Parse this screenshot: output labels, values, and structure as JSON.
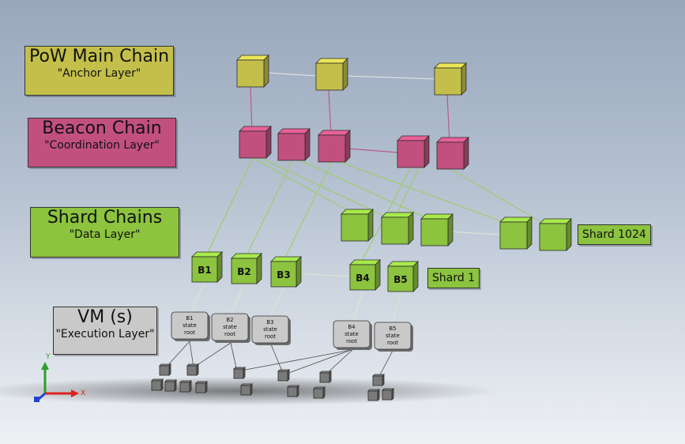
{
  "layers": {
    "pow": {
      "title": "PoW Main Chain",
      "subtitle": "\"Anchor Layer\"",
      "color": "#c4bf4a"
    },
    "beacon": {
      "title": "Beacon Chain",
      "subtitle": "\"Coordination Layer\"",
      "color": "#c2507f"
    },
    "shard": {
      "title": "Shard Chains",
      "subtitle": "\"Data Layer\"",
      "color": "#8cc33f"
    },
    "vm": {
      "title": "VM (s)",
      "subtitle": "\"Execution Layer\"",
      "color": "#c9c9c9"
    }
  },
  "tags": {
    "shard_1024": "Shard 1024",
    "shard_1": "Shard 1"
  },
  "blocks": {
    "b1": "B1",
    "b2": "B2",
    "b3": "B3",
    "b4": "B4",
    "b5": "B5"
  },
  "state_roots": [
    {
      "block": "B1",
      "line2": "state",
      "line3": "root"
    },
    {
      "block": "B2",
      "line2": "state",
      "line3": "root"
    },
    {
      "block": "B3",
      "line2": "state",
      "line3": "root"
    },
    {
      "block": "B4",
      "line2": "state",
      "line3": "root"
    },
    {
      "block": "B5",
      "line2": "state",
      "line3": "root"
    }
  ],
  "axes": {
    "x": "X",
    "y": "Y"
  },
  "colors": {
    "pow_cube": "#c4bf4a",
    "beacon_cube": "#c2507f",
    "shard_cube": "#8cc33f",
    "vm_cube": "#7a7a7a",
    "state_box": "#c9c9c9",
    "pow_link": "#b85a8a",
    "shard_link": "#9ccc5a"
  }
}
